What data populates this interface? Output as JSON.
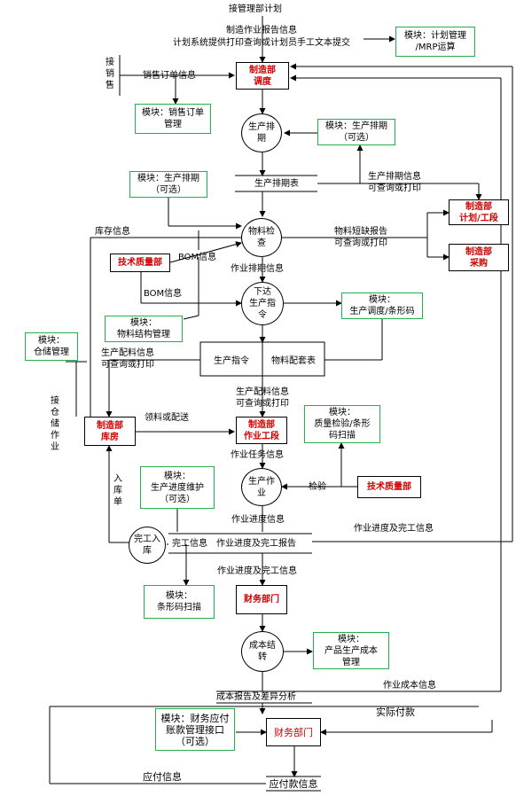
{
  "labels": {
    "top_plan": "接管理部计划",
    "report_info_1": "制造作业报告信息",
    "report_info_2": "计划系统提供打印查询或计划员手工文本提交",
    "receive_sales": "接销售",
    "sales_order_info": "销售订单信息",
    "schedule_table": "生产排期表",
    "schedule_info_1": "生产排期信息",
    "schedule_info_2": "可查询或打印",
    "inventory_info": "库存信息",
    "shortage_1": "物料短缺报告",
    "shortage_2": "可查询或打印",
    "bom_info": "BOM信息",
    "bom_info_2": "BOM信息",
    "work_schedule_info": "作业排期信息",
    "production_order": "生产指令",
    "material_kit_table": "物料配套表",
    "kit_info_1": "生产配料信息",
    "kit_info_2": "可查询或打印",
    "receive_warehouse": "接仓储作业",
    "picking": "领料或配送",
    "work_task_info": "作业任务信息",
    "inspection": "检验",
    "inbound": "入库单",
    "progress_info": "作业进度信息",
    "progress_complete_info": "作业进度及完工信息",
    "completion_info": "完工信息",
    "progress_report": "作业进度及完工报告",
    "cost_report": "成本报告及差异分析",
    "work_cost_info": "作业成本信息",
    "actual_payment": "实际付款",
    "payable_info": "应付信息",
    "payables_info": "应付款信息"
  },
  "modules": {
    "plan_mrp": "模块：计划管理\n/MRP运算",
    "sales_order": "模块：销售订单\n管理",
    "scheduling_optional": "模块：生产排期\n（可选）",
    "material_structure": "模块：\n物料结构管理",
    "dispatch_barcode": "模块：\n生产调度/条形码",
    "warehouse": "模块：\n仓储管理",
    "quality_barcode": "模块：\n质量检验/条形\n码扫描",
    "progress_maintenance": "模块：\n生产进度维护\n（可选）",
    "barcode_scan": "模块：\n条形码扫描",
    "product_cost": "模块：\n产品生产成本\n管理",
    "payables": "模块：财务应付\n账款管理接口\n（可选）"
  },
  "nodes": {
    "dispatch": "制造部\n调度",
    "scheduling": "生产排\n期",
    "plan_process": "制造部\n计划/工段",
    "purchasing": "制造部\n采购",
    "material_check": "物料检\n查",
    "tech_quality": "技术质量部",
    "issue_order": "下达\n生产指\n令",
    "warehouse": "制造部\n库房",
    "work_section": "制造部\n作业工段",
    "production_op": "生产作\n业",
    "completion_inbound": "完工入\n库",
    "finance": "财务部门",
    "finance_2": "财务部门",
    "cost_settlement": "成本结\n转"
  }
}
